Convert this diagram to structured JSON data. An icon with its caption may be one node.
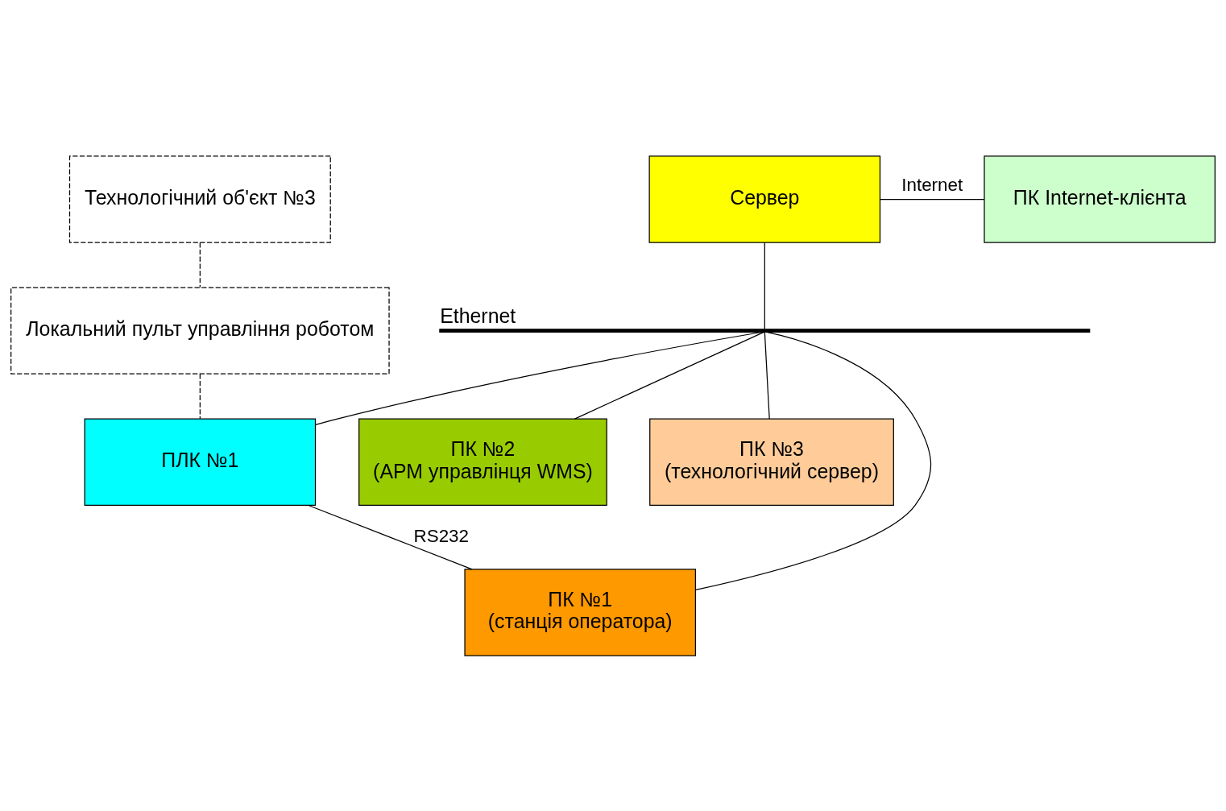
{
  "diagram": {
    "nodes": [
      {
        "text": [
          "Технологічний об'єкт №3"
        ]
      },
      {
        "text": [
          "Сервер"
        ]
      },
      {
        "text": [
          "ПК Internet-клієнта"
        ]
      },
      {
        "text": [
          "Локальний пульт управління роботом"
        ]
      },
      {
        "text": [],
        "shape": "bar",
        "beside": [
          "Ethernet"
        ]
      },
      {
        "text": [
          "ПК №2",
          "(АРМ управлінця WMS)"
        ]
      },
      {
        "text": [
          "ПК №3",
          "(технологічний сервер)"
        ]
      },
      {
        "text": [
          "ПЛК №1"
        ]
      },
      {
        "text": [
          "ПК №1",
          "(станція оператора)"
        ]
      }
    ],
    "edges": [
      {
        "from": 0,
        "to": 3,
        "arrow": "none",
        "style": "dashed"
      },
      {
        "from": 1,
        "to": 2,
        "arrow": "none",
        "label": "Internet"
      },
      {
        "from": 1,
        "to": 4,
        "arrow": "none"
      },
      {
        "from": 4,
        "to": 5,
        "arrow": "none"
      },
      {
        "from": 4,
        "to": 6,
        "arrow": "none"
      },
      {
        "from": 3,
        "to": 7,
        "arrow": "none",
        "style": "dashed"
      },
      {
        "from": 7,
        "to": 4,
        "arrow": "none"
      },
      {
        "from": 7,
        "to": 8,
        "arrow": "none",
        "label": "RS232"
      },
      {
        "from": 8,
        "to": 4,
        "arrow": "none"
      }
    ]
  }
}
